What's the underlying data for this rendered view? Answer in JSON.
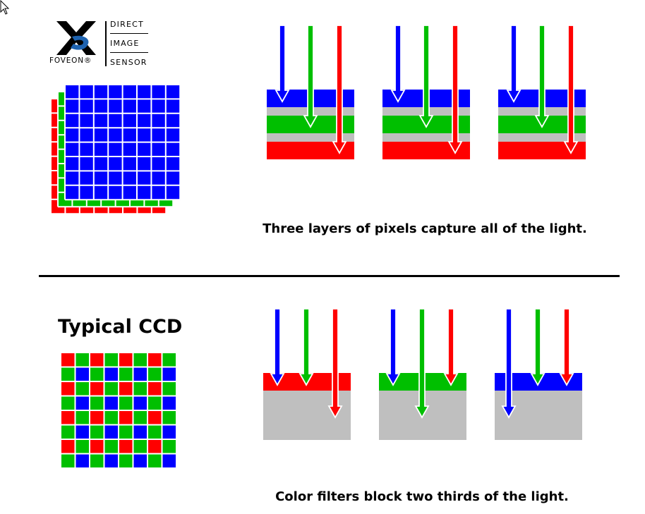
{
  "logo": {
    "line1": "DIRECT",
    "line2": "IMAGE",
    "line3": "SENSOR",
    "brand": "FOVEON®",
    "mark": "X3"
  },
  "foveon_section": {
    "caption": "Three layers of pixels capture all of the light."
  },
  "ccd_section": {
    "title": "Typical CCD",
    "caption": "Color filters block two thirds of the light."
  },
  "colors": {
    "blue": "#0000ff",
    "green": "#00bf00",
    "red": "#ff0000",
    "gray": "#bfbfbf",
    "grid_line": "#ffffff",
    "divider": "#000000"
  },
  "icons": [
    "cursor-arrow-icon",
    "x3-logo-icon"
  ]
}
